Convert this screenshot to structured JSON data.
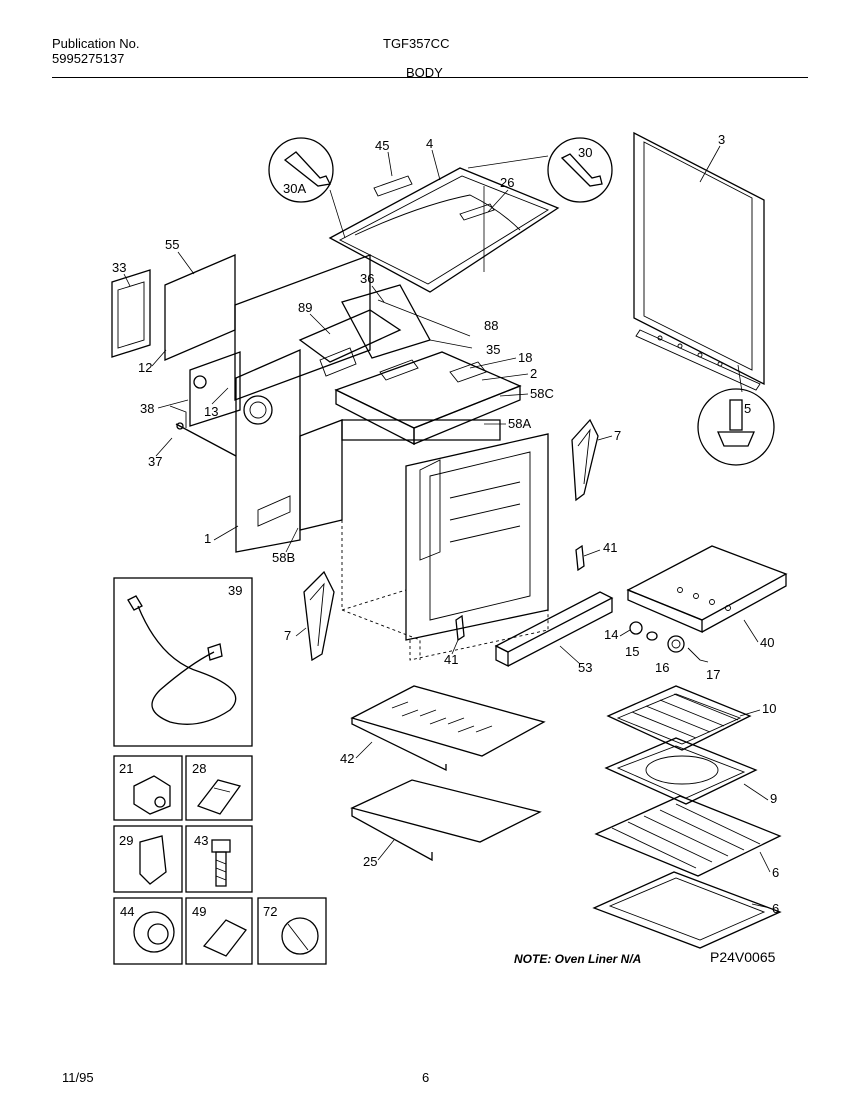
{
  "header": {
    "publication_label": "Publication No.",
    "publication_number": "5995275137",
    "model": "TGF357CC",
    "section": "BODY"
  },
  "footer": {
    "date": "11/95",
    "page": "6"
  },
  "diagram": {
    "note": "NOTE: Oven Liner N/A",
    "figure_code": "P24V0065",
    "labels": {
      "p45": "45",
      "p4": "4",
      "p30": "30",
      "p30a": "30A",
      "p26": "26",
      "p3": "3",
      "p55": "55",
      "p33": "33",
      "p36": "36",
      "p89": "89",
      "p88": "88",
      "p35": "35",
      "p18": "18",
      "p2": "2",
      "p58c": "58C",
      "p12": "12",
      "p13": "13",
      "p38": "38",
      "p37": "37",
      "p58a": "58A",
      "p7a": "7",
      "p7b": "7",
      "p5": "5",
      "p1": "1",
      "p58b": "58B",
      "p41a": "41",
      "p41b": "41",
      "p39": "39",
      "p14": "14",
      "p15": "15",
      "p16": "16",
      "p17": "17",
      "p53": "53",
      "p40": "40",
      "p10": "10",
      "p42": "42",
      "p9": "9",
      "p21": "21",
      "p28": "28",
      "p25": "25",
      "p6a": "6",
      "p6b": "6",
      "p29": "29",
      "p43": "43",
      "p44": "44",
      "p49": "49",
      "p72": "72"
    }
  }
}
